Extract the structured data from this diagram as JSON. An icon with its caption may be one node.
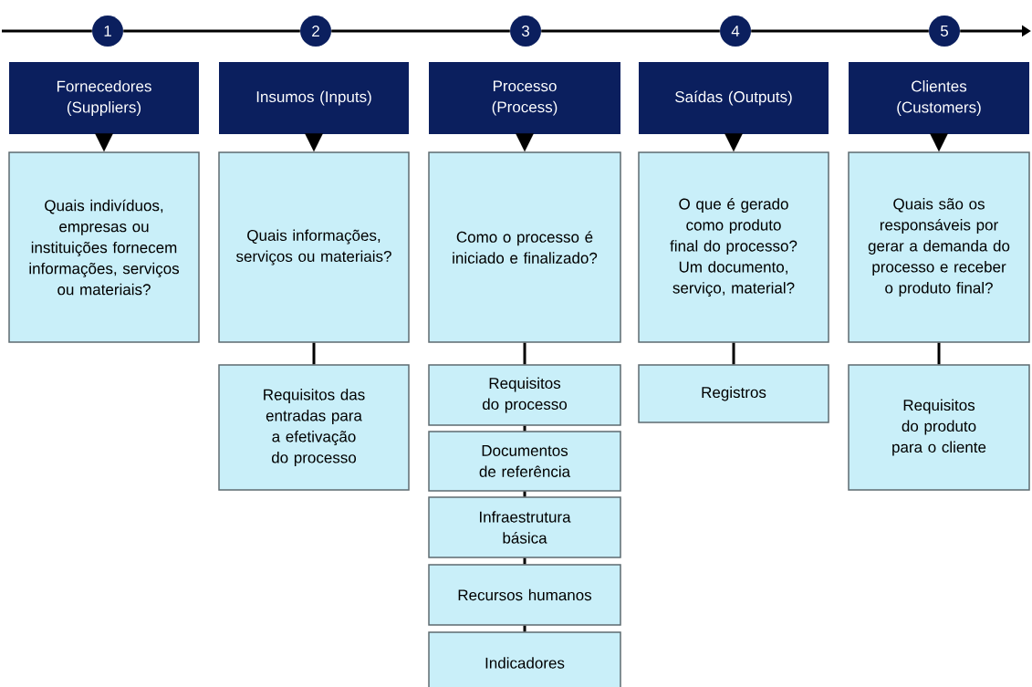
{
  "diagram": {
    "nodes": [
      {
        "text": [
          "1"
        ]
      },
      {
        "text": [
          "2"
        ]
      },
      {
        "text": [
          "3"
        ]
      },
      {
        "text": [
          "4"
        ]
      },
      {
        "text": [
          "5"
        ]
      },
      {
        "text": [
          "Fornecedores (Suppliers)"
        ]
      },
      {
        "text": [
          "Insumos (Inputs)"
        ]
      },
      {
        "text": [
          "Processo (Process)"
        ]
      },
      {
        "text": [
          "Saídas (Outputs)"
        ]
      },
      {
        "text": [
          "Clientes (Customers)"
        ]
      },
      {
        "text": [
          "Quais indivíduos, empresas ou instituições fornecem informações, serviços ou materiais?"
        ]
      },
      {
        "text": [
          "Quais informações, serviços ou materiais?"
        ]
      },
      {
        "text": [
          "Como o processo é iniciado e finalizado?"
        ]
      },
      {
        "text": [
          "O que é gerado como produto final do processo? Um documento, serviço, material?"
        ]
      },
      {
        "text": [
          "Quais são os responsáveis por gerar a demanda do processo e receber o produto final?"
        ]
      },
      {
        "text": [
          "Requisitos das entradas para a efetivação do processo"
        ]
      },
      {
        "text": [
          "Requisitos do processo"
        ]
      },
      {
        "text": [
          "Documentos de referência"
        ]
      },
      {
        "text": [
          "Infraestrutura básica"
        ]
      },
      {
        "text": [
          "Recursos humanos"
        ]
      },
      {
        "text": [
          "Indicadores"
        ]
      },
      {
        "text": [
          "Registros"
        ]
      },
      {
        "text": [
          "Requisitos do produto para o cliente"
        ]
      }
    ],
    "edges": [
      {
        "from": null,
        "to": 0,
        "arrow": "none"
      },
      {
        "from": 0,
        "to": 1,
        "arrow": "none"
      },
      {
        "from": 1,
        "to": 2,
        "arrow": "none"
      },
      {
        "from": 2,
        "to": 3,
        "arrow": "none"
      },
      {
        "from": 3,
        "to": 4,
        "arrow": "none"
      },
      {
        "from": 4,
        "to": null,
        "arrow": "to"
      },
      {
        "from": 5,
        "to": 10,
        "arrow": "to"
      },
      {
        "from": 6,
        "to": 11,
        "arrow": "to"
      },
      {
        "from": 7,
        "to": 12,
        "arrow": "to"
      },
      {
        "from": 8,
        "to": 13,
        "arrow": "to"
      },
      {
        "from": 9,
        "to": 14,
        "arrow": "to"
      },
      {
        "from": 11,
        "to": 15,
        "arrow": "none"
      },
      {
        "from": 12,
        "to": 16,
        "arrow": "none"
      },
      {
        "from": 16,
        "to": 17,
        "arrow": "none"
      },
      {
        "from": 17,
        "to": 18,
        "arrow": "none"
      },
      {
        "from": 18,
        "to": 19,
        "arrow": "none"
      },
      {
        "from": 19,
        "to": 20,
        "arrow": "none"
      },
      {
        "from": 13,
        "to": 21,
        "arrow": "none"
      },
      {
        "from": 14,
        "to": 22,
        "arrow": "none"
      }
    ]
  }
}
